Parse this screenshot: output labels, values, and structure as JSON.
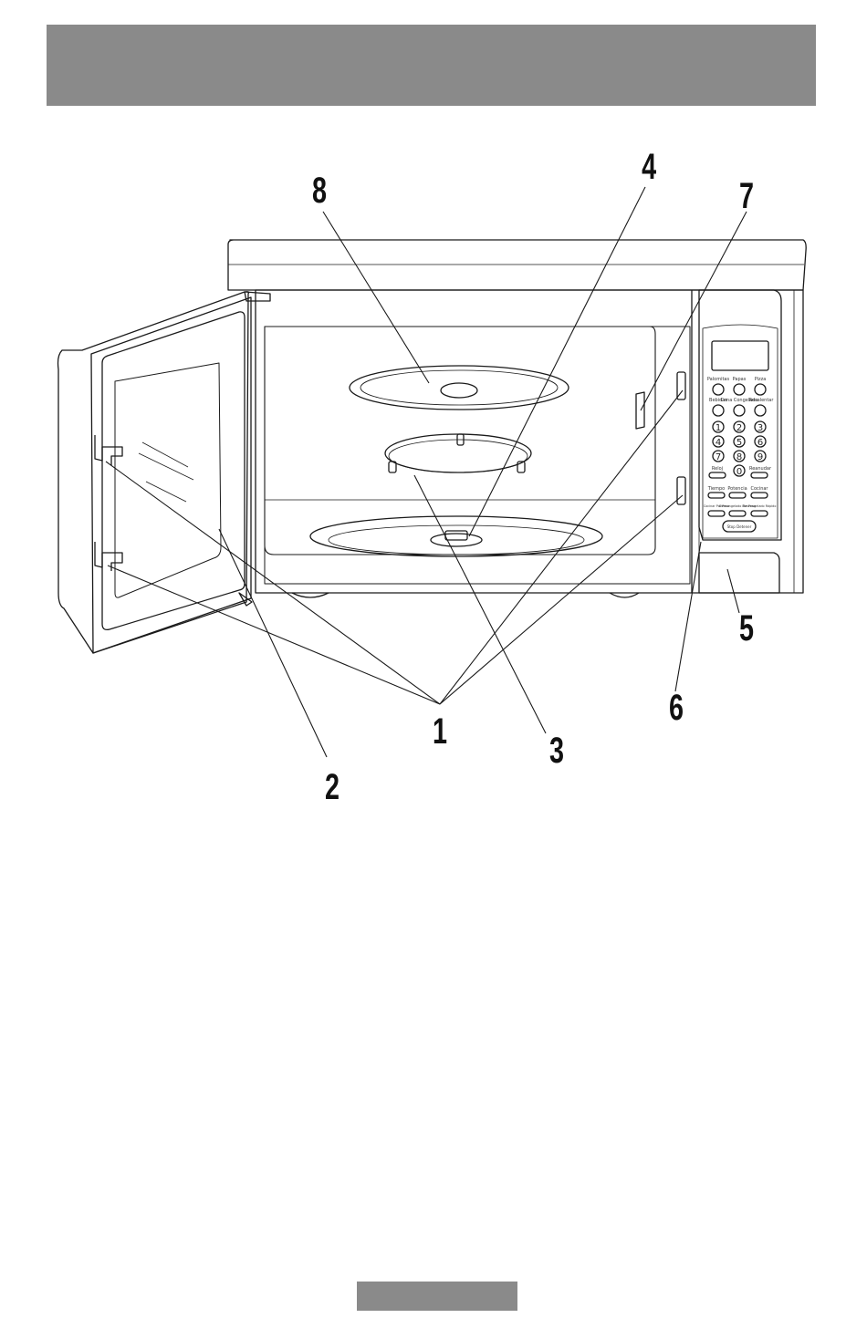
{
  "colors": {
    "bar": "#8a8a8a",
    "line": "#1a1a1a"
  },
  "callouts": {
    "c1": "1",
    "c2": "2",
    "c3": "3",
    "c4": "4",
    "c5": "5",
    "c6": "6",
    "c7": "7",
    "c8": "8"
  },
  "panel": {
    "btn_palomitas": "Palomitas",
    "btn_papas": "Papas",
    "btn_pizza": "Pizza",
    "btn_bebidas": "Bebidas",
    "btn_cena_congelada": "Cena Congelada",
    "btn_recalentar": "Recalentar",
    "num_1": "1",
    "num_2": "2",
    "num_3": "3",
    "num_4": "4",
    "num_5": "5",
    "num_6": "6",
    "num_7": "7",
    "num_8": "8",
    "num_9": "9",
    "num_0": "0",
    "btn_reloj": "Reloj",
    "btn_reanudar": "Reanudar",
    "btn_tiempo": "Tiempo",
    "btn_potencia": "Potencia",
    "btn_cocinar": "Cocinar",
    "btn_cocinar_por_peso": "Cocinar Por Peso",
    "btn_descongelado_por_peso": "Descongelado Por Peso",
    "btn_descongelado_rapido": "Descongelado Rápido",
    "btn_stop": "Stop Detener"
  }
}
